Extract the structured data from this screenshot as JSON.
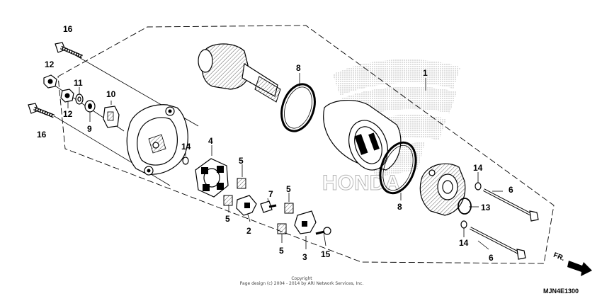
{
  "callouts": {
    "c16a": "16",
    "c16b": "16",
    "c12a": "12",
    "c12b": "12",
    "c11": "11",
    "c10": "10",
    "c9": "9",
    "c14a": "14",
    "c14b": "14",
    "c14c": "14",
    "c4": "4",
    "c5a": "5",
    "c5b": "5",
    "c5c": "5",
    "c5d": "5",
    "c7": "7",
    "c2": "2",
    "c3": "3",
    "c15": "15",
    "c8a": "8",
    "c8b": "8",
    "c1": "1",
    "c6a": "6",
    "c6b": "6",
    "c13": "13"
  },
  "footer": {
    "line1": "Copyright",
    "line2": "Page design (c) 2004 - 2014 by ARI Network Services, Inc."
  },
  "diagram_code": "MJN4E1300",
  "front_arrow_label": "FR.",
  "colors": {
    "ink": "#000000",
    "watermark": "#9a9a9a",
    "background": "#ffffff"
  }
}
